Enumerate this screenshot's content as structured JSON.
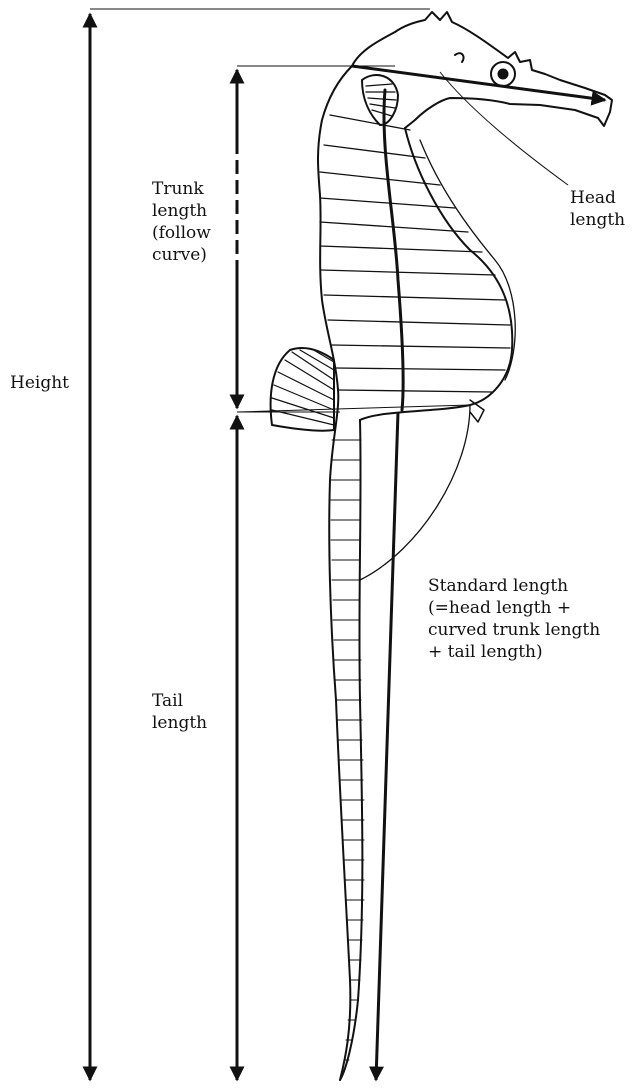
{
  "labels": {
    "height": "Height",
    "trunk": [
      "Trunk",
      "length",
      "(follow",
      "curve)"
    ],
    "head": [
      "Head",
      "length"
    ],
    "tail": [
      "Tail",
      "length"
    ],
    "standard": [
      "Standard length",
      "(=head length +",
      "curved trunk length",
      "+ tail length)"
    ]
  }
}
